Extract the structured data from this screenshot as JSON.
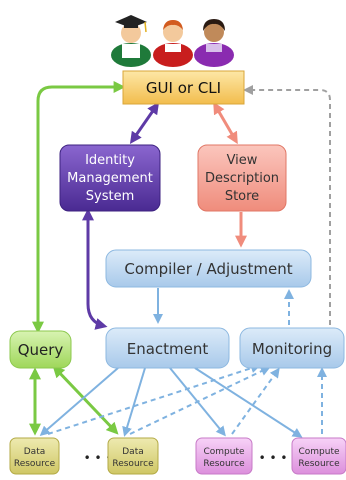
{
  "users": {
    "icons": [
      "graduate-user-icon",
      "red-shirt-user-icon",
      "purple-shirt-user-icon"
    ],
    "colors": {
      "graduate_gown": "#1f7a3a",
      "red_shirt": "#c81e1e",
      "purple_shirt": "#8a2bb0"
    }
  },
  "nodes": {
    "gui": {
      "label": "GUI or CLI",
      "color": "#f7d06a"
    },
    "identity": {
      "lines": [
        "Identity",
        "Management",
        "System"
      ],
      "color": "#5e3aa6"
    },
    "view_store": {
      "lines": [
        "View",
        "Description",
        "Store"
      ],
      "color": "#f39b8e"
    },
    "compiler": {
      "label": "Compiler / Adjustment",
      "color": "#b9d5ef"
    },
    "query": {
      "label": "Query",
      "color": "#b6e37a"
    },
    "enactment": {
      "label": "Enactment",
      "color": "#b9d5ef"
    },
    "monitoring": {
      "label": "Monitoring",
      "color": "#b9d5ef"
    },
    "data_resource_1": {
      "lines": [
        "Data",
        "Resource"
      ],
      "color": "#d8d27a"
    },
    "data_resource_2": {
      "lines": [
        "Data",
        "Resource"
      ],
      "color": "#d8d27a"
    },
    "compute_resource_1": {
      "lines": [
        "Compute",
        "Resource"
      ],
      "color": "#e6a6e6"
    },
    "compute_resource_2": {
      "lines": [
        "Compute",
        "Resource"
      ],
      "color": "#e6a6e6"
    }
  },
  "ellipsis": "• • •",
  "edge_colors": {
    "green": "#7ac943",
    "purple": "#5e3aa6",
    "salmon": "#f08c7c",
    "blue": "#7fb2e0",
    "gray": "#a0a0a0"
  }
}
